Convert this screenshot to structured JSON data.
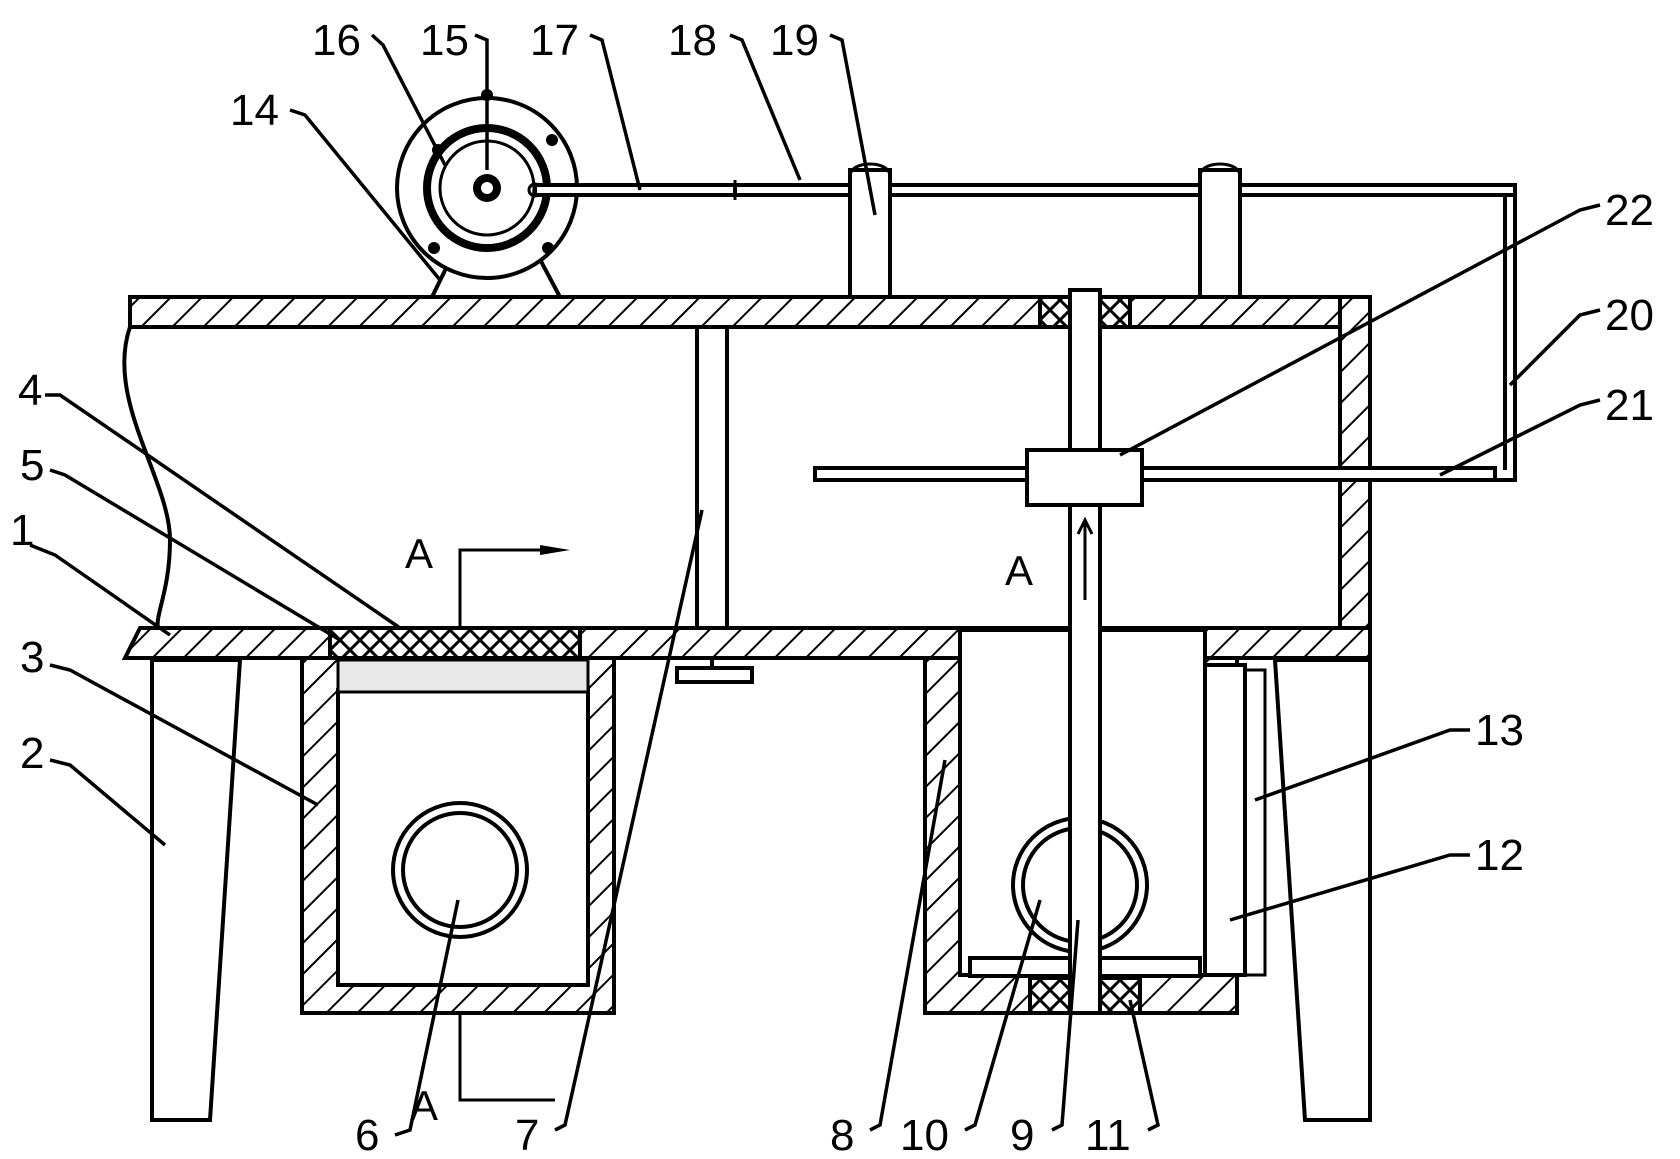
{
  "labels": {
    "n1": "1",
    "n2": "2",
    "n3": "3",
    "n4": "4",
    "n5": "5",
    "n6": "6",
    "n7": "7",
    "n8": "8",
    "n9": "9",
    "n10": "10",
    "n11": "11",
    "n12": "12",
    "n13": "13",
    "n14": "14",
    "n15": "15",
    "n16": "16",
    "n17": "17",
    "n18": "18",
    "n19": "19",
    "n20": "20",
    "n21": "21",
    "n22": "22"
  },
  "section_marks": {
    "a_top": "A",
    "a_mid": "A",
    "a_bottom": "A"
  }
}
